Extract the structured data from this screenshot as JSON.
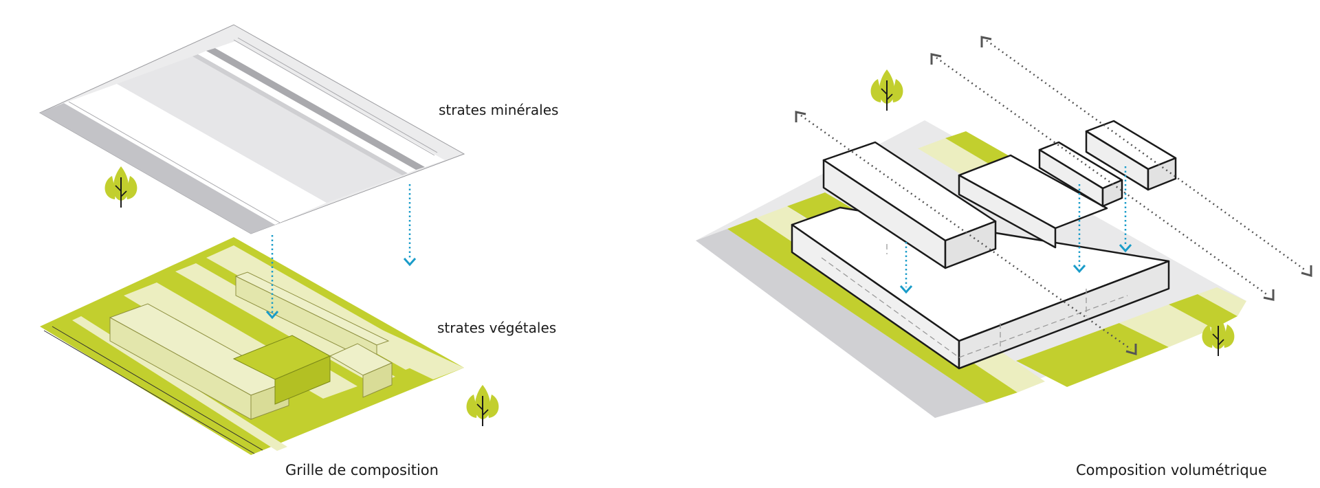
{
  "labels": {
    "mineral": "strates minérales",
    "vegetal": "strates végétales",
    "left_caption": "Grille de composition",
    "right_caption": "Composition volumétrique"
  },
  "colors": {
    "lime": "#c2cf2e",
    "pale_lime": "#eceec0",
    "light_grey": "#e6e6e7",
    "mid_grey": "#c9c9cc",
    "road_grey": "#d0d0d3",
    "white": "#ffffff",
    "arrow_blue": "#1a9cc9",
    "outline": "#1a1a1a"
  },
  "icons": {
    "tree": "tree-cluster-icon",
    "down_arrow": "dotted-down-arrow",
    "axis_arrow": "dotted-double-arrow"
  }
}
